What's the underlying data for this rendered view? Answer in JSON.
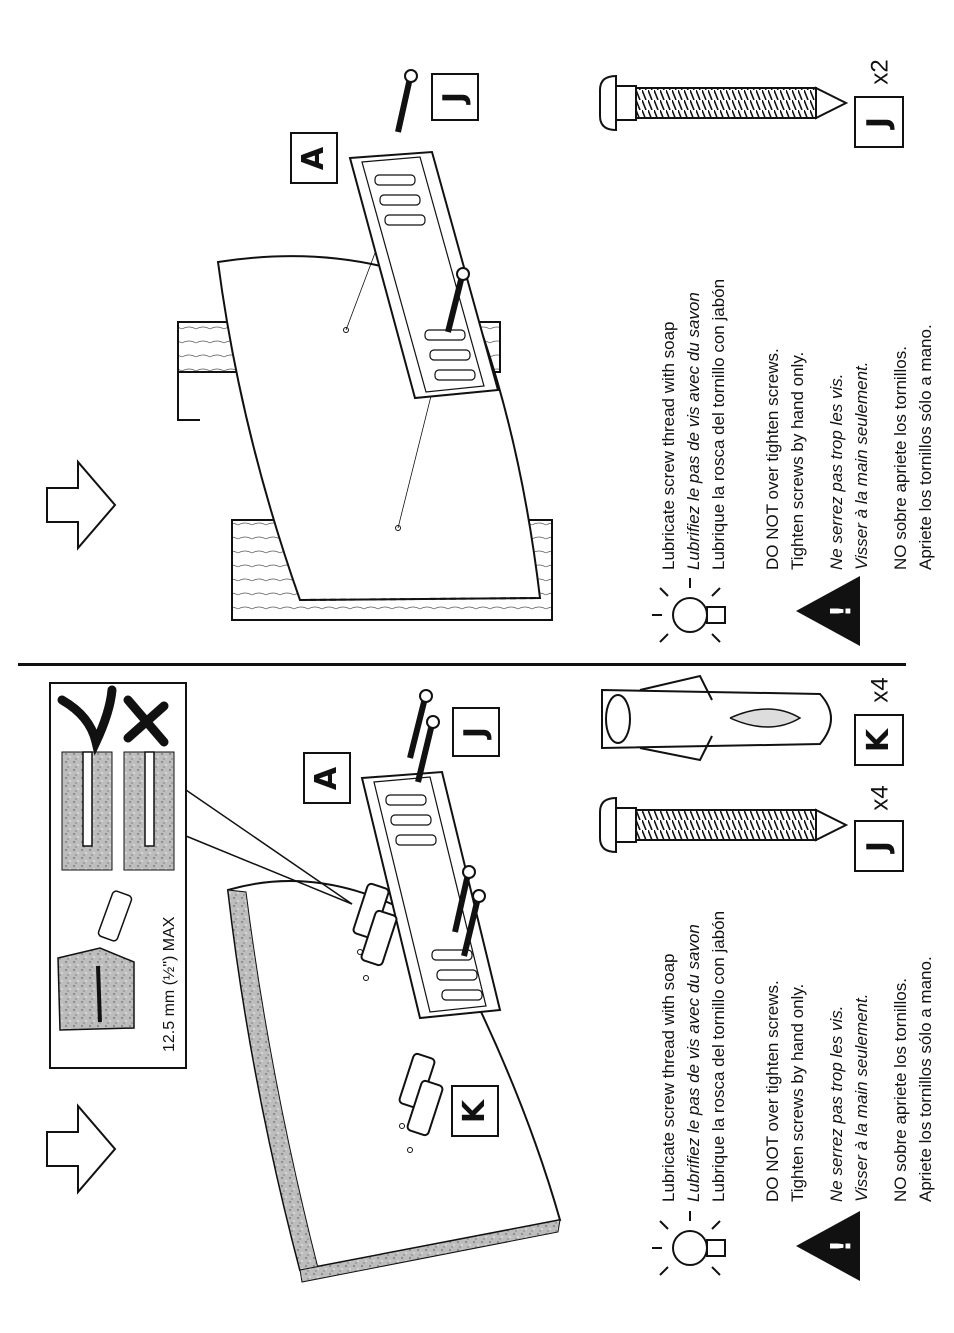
{
  "labels": {
    "a": "A",
    "j": "J",
    "k": "K"
  },
  "quantities": {
    "top_j": "x2",
    "bottom_j": "x4",
    "bottom_k": "x4"
  },
  "inset": {
    "dimension": "12.5 mm (½\") MAX"
  },
  "tips": {
    "lubricate": [
      "Lubricate screw  thread with soap",
      "Lubrifiez le pas de vis avec du savon",
      "Lubrique la rosca del tornillo con jabón"
    ],
    "warning": [
      "DO NOT over tighten screws.",
      "Tighten screws by hand only.",
      "Ne serrez pas trop les vis.",
      "Visser à la main seulement.",
      "NO sobre apriete los tornillos.",
      "Apriete los tornillos sólo a mano."
    ]
  },
  "icons": {
    "arrow": "arrow-icon",
    "bulb": "lightbulb-icon",
    "warning": "warning-icon",
    "check": "check-icon",
    "cross": "cross-icon"
  }
}
